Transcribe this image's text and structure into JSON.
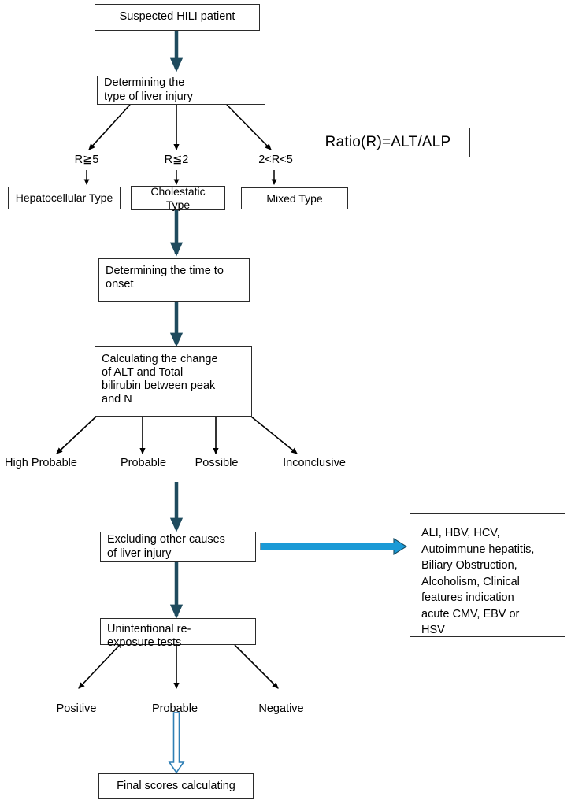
{
  "diagram": {
    "title": "HILI causality assessment flowchart",
    "colors": {
      "box_border": "#2b2b2b",
      "thin_arrow": "#000000",
      "thick_connector": "#1f4b5e",
      "highlight_arrow": "#1b9ad6",
      "background": "#ffffff"
    },
    "nodes": {
      "suspected": "Suspected HILI patient",
      "determining_type": "Determining the\ntype of liver injury",
      "ratio": "Ratio(R)=ALT/ALP",
      "hepatocellular": "Hepatocellular Type",
      "cholestatic": "Cholestatic Type",
      "mixed": "Mixed  Type",
      "determining_time": "Determining the time to\nonset",
      "calculating": "Calculating the change\nof ALT and Total\nbilirubin between peak\nand N",
      "excluding": "Excluding other causes\nof liver injury",
      "causes": "ALI, HBV, HCV,\nAutoimmune hepatitis,\nBiliary Obstruction,\nAlcoholism, Clinical\nfeatures indication\nacute CMV, EBV or\nHSV",
      "reexposure": "Unintentional re-\nexposure tests",
      "final": "Final scores calculating"
    },
    "ratio_branch_labels": {
      "hepatocellular": "R≧5",
      "cholestatic": "R≦2",
      "mixed": "2<R<5"
    },
    "probability_labels": [
      "High Probable",
      "Probable",
      "Possible",
      "Inconclusive"
    ],
    "reexposure_outcome_labels": [
      "Positive",
      "Probable",
      "Negative"
    ]
  }
}
